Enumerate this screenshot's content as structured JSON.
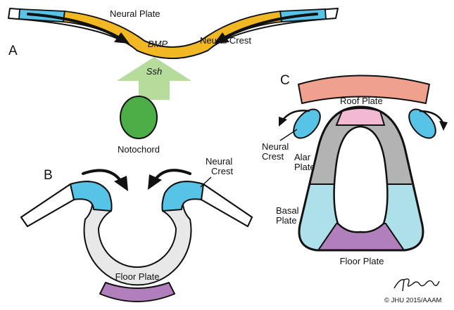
{
  "panels": {
    "a": {
      "letter": "A",
      "neural_plate": "Neural Plate",
      "neural_crest": "Neural Crest",
      "bmp": "BMP",
      "ssh": "Ssh",
      "notochord": "Notochord"
    },
    "b": {
      "letter": "B",
      "neural_crest_line1": "Neural",
      "neural_crest_line2": "Crest",
      "floor_plate": "Floor Plate"
    },
    "c": {
      "letter": "C",
      "roof_plate": "Roof Plate",
      "neural_crest_line1": "Neural",
      "neural_crest_line2": "Crest",
      "alar_line1": "Alar",
      "alar_line2": "Plate",
      "basal_line1": "Basal",
      "basal_line2": "Plate",
      "floor_plate": "Floor Plate"
    }
  },
  "credit": "© JHU 2015/AAAM",
  "colors": {
    "neural_crest": "#57c3e6",
    "bmp": "#f2b824",
    "ssh_arrow": "#b5dc9a",
    "notochord": "#4dae48",
    "tube_wall": "#e8e8e8",
    "floor_plate": "#b27fbd",
    "roof_plate": "#f3b8d2",
    "alar_plate": "#b3b3b3",
    "basal_plate": "#aee0ea",
    "ectoderm": "#f0a18e"
  }
}
